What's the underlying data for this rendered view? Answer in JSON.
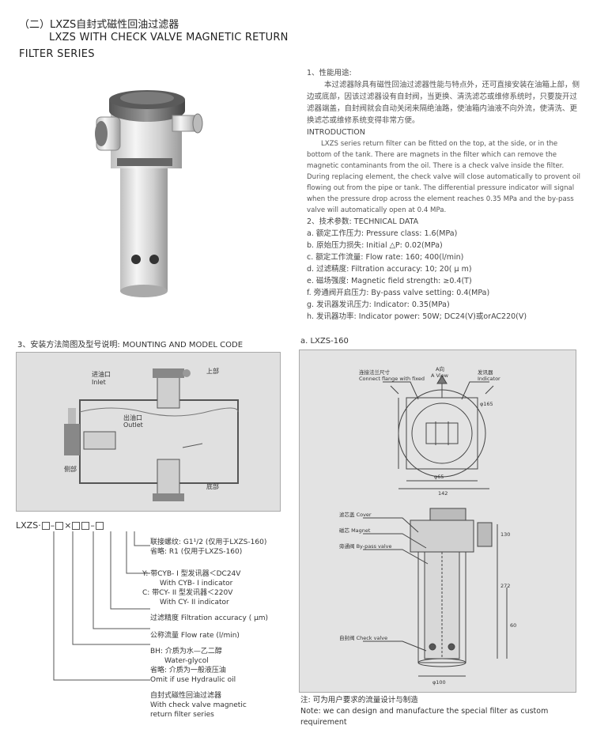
{
  "header": {
    "title_cn": "（二）LXZS自封式磁性回油过滤器",
    "title_en_1": "LXZS WITH CHECK VALVE MAGNETIC RETURN",
    "title_en_2": "FILTER SERIES"
  },
  "description": {
    "s1_title": "1、性能用途:",
    "s1_cn": "本过滤器除具有磁性回油过滤器性能与特点外，还可直接安装在油箱上部，侧边或底部，因该过滤器设有自封阀，当更换、清洗滤芯或维修系统时，只要旋开过滤器端盖，自封阀就会自动关闭来隔绝油路，使油箱内油液不向外流，使清洗、更换滤芯或维修系统变得非常方便。",
    "intro_title": "INTRODUCTION",
    "intro_en": "LXZS series return filter can be fitted on the top, at the side, or in the bottom of the tank. There are magnets in the filter which can remove the magnetic contaminants from the oil. There is a check valve inside the filter. During replacing element, the check valve will close automatically to provent oil flowing out from the pipe or tank. The differential pressure indicator will signal when the pressure drop across the element reaches 0.35 MPa and the by-pass valve will automatically open at 0.4 MPa.",
    "s2_title": "2、技术参数:  TECHNICAL DATA",
    "params": [
      "a. 额定工作压力:   Pressure class: 1.6(MPa)",
      "b. 原始压力损失:   Initial △P: 0.02(MPa)",
      "c. 额定工作流量:   Flow rate:  160; 400(l/min)",
      "d. 过滤精度:   Filtration accuracy:  10;  20( μ m)",
      "e. 磁场强度:   Magnetic field strength:   ≥0.4(T)",
      "f. 旁通阀开启压力:   By-pass valve setting:   0.4(MPa)",
      "g. 发讯器发讯压力:   Indicator:  0.35(MPa)",
      "h. 发讯器功率:   Indicator power:   50W; DC24(V)或orAC220(V)"
    ]
  },
  "mounting": {
    "title": "3、安装方法简图及型号说明:  MOUNTING AND MODEL CODE",
    "labels": [
      "进油口\nInlet",
      "上部",
      "出油口\nOutlet",
      "侧部",
      "底部"
    ]
  },
  "drawing": {
    "title": "a. LXZS-160",
    "labels": {
      "flange": "连接法兰尺寸\nConnect flange with fixed",
      "view_a": "A向\nA View",
      "indicator": "发讯器\nIndicator",
      "cover": "滤芯盖\nCover",
      "magnet": "磁芯\nMagnet",
      "bypass": "旁通阀\nBy-pass valve",
      "check": "自封阀\nCheck valve",
      "d165": "φ165",
      "d65": "φ65",
      "w142": "142",
      "d100": "φ100",
      "h130": "130",
      "h272": "272",
      "h60": "60"
    }
  },
  "model_code": {
    "prefix": "LXZS",
    "items": [
      {
        "cn": "联接螺纹:  G1¹/2 (仅用于LXZS-160)",
        "en": "省略: R1 (仅用于LXZS-160)"
      },
      {
        "cn": "Y: 带CYB- I 型发讯器＜DC24V",
        "en": "With CYB- I indicator"
      },
      {
        "cn": "C: 带CY- II 型发讯器＜220V",
        "en": "With CY- II indicator"
      },
      {
        "cn": "过滤精度  Filtration accuracy ( μm)",
        "en": ""
      },
      {
        "cn": "公称流量 Flow rate    (l/min)",
        "en": ""
      },
      {
        "cn": "BH: 介质为水—乙二醇",
        "en": "Water-glycol"
      },
      {
        "cn": "省略: 介质为一般液压油",
        "en": "Omit if use Hydraulic oil"
      },
      {
        "cn": "自封式磁性回油过滤器",
        "en": "With check valve magnetic\nreturn filter series"
      }
    ]
  },
  "note": {
    "cn": "注:  可为用户要求的流量设计与制造",
    "en": "Note: we can design and manufacture the special filter as custom requirement"
  }
}
